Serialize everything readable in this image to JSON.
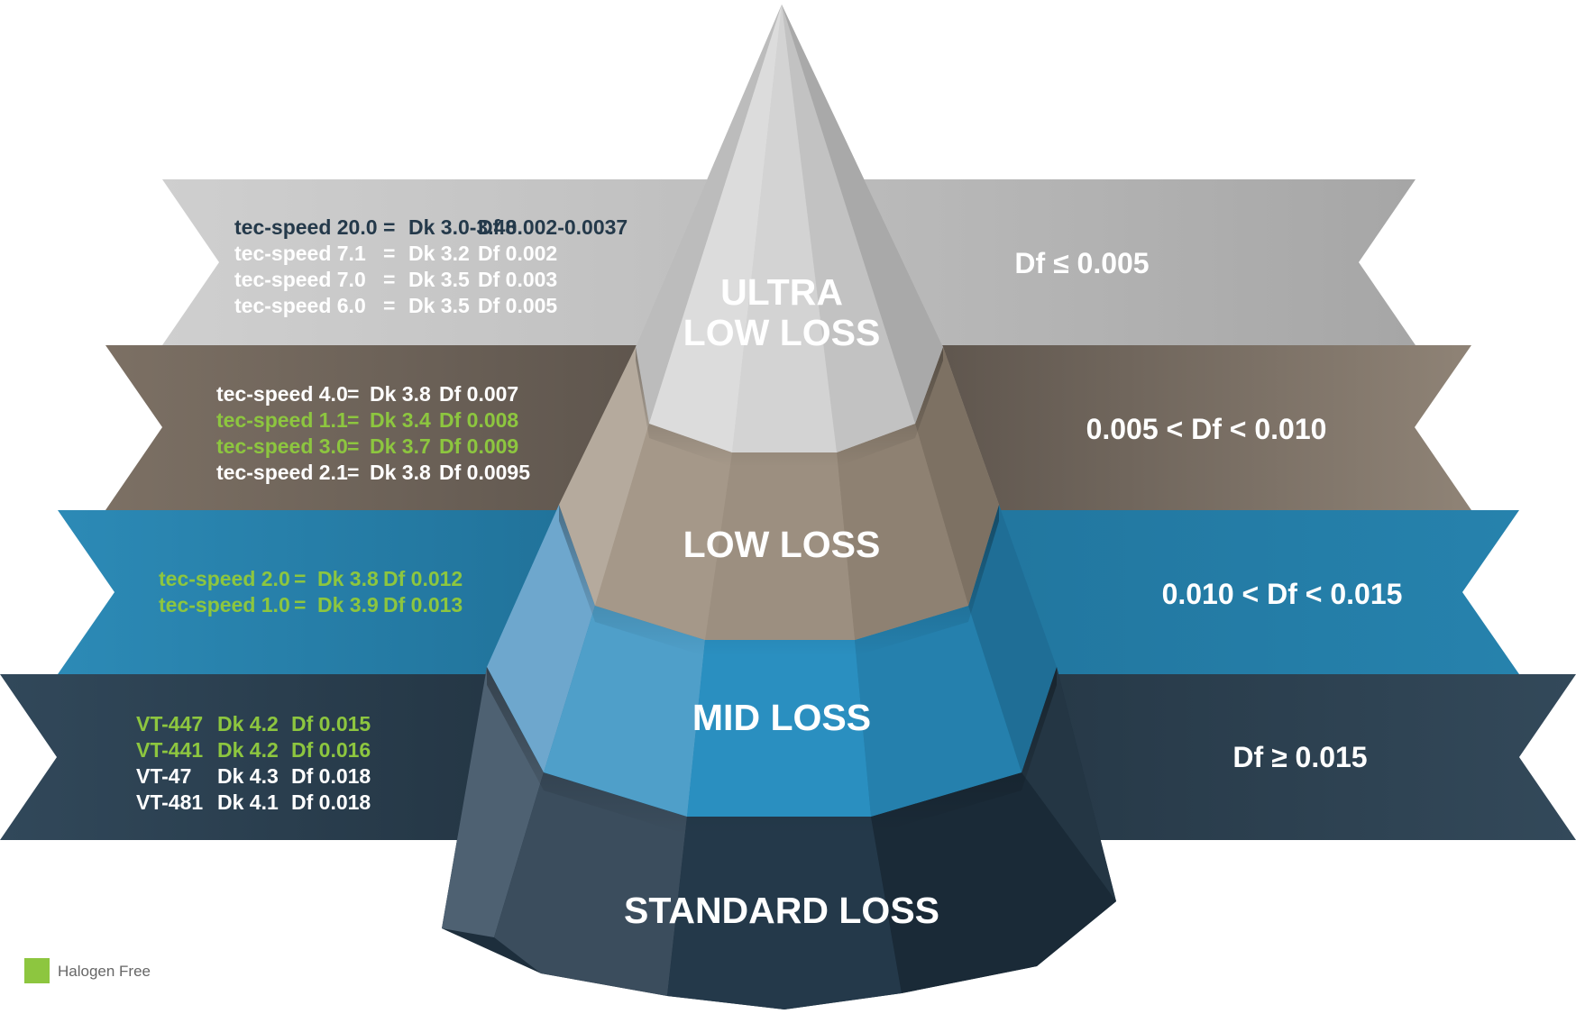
{
  "colors": {
    "ultra_band": "#b9b9b9",
    "low_band": "#8c8074",
    "mid_band": "#2a84ad",
    "standard_band": "#2c4150",
    "halogen_free": "#8dc63f",
    "dark_text": "#24394a",
    "white_text": "#ffffff"
  },
  "tiers": {
    "ultra": {
      "label_line1": "ULTRA",
      "label_line2": "LOW LOSS",
      "range": "Df ≤ 0.005",
      "products": [
        {
          "name": "tec-speed 20.0",
          "eq": "=",
          "dk": "Dk 3.0-3.48",
          "df": "Df 0.002-0.0037",
          "style": "dark"
        },
        {
          "name": "tec-speed 7.1",
          "eq": "=",
          "dk": "Dk 3.2",
          "df": "Df 0.002",
          "style": "white"
        },
        {
          "name": "tec-speed 7.0",
          "eq": "=",
          "dk": "Dk 3.5",
          "df": "Df 0.003",
          "style": "white"
        },
        {
          "name": "tec-speed 6.0",
          "eq": "=",
          "dk": "Dk 3.5",
          "df": "Df 0.005",
          "style": "white"
        }
      ]
    },
    "low": {
      "label": "LOW LOSS",
      "range": "0.005 < Df < 0.010",
      "products": [
        {
          "name": "tec-speed 4.0",
          "eq": "=",
          "dk": "Dk 3.8",
          "df": "Df 0.007",
          "style": "white"
        },
        {
          "name": "tec-speed 1.1",
          "eq": "=",
          "dk": "Dk 3.4",
          "df": "Df 0.008",
          "style": "green"
        },
        {
          "name": "tec-speed 3.0",
          "eq": "=",
          "dk": "Dk 3.7",
          "df": "Df 0.009",
          "style": "green"
        },
        {
          "name": "tec-speed 2.1",
          "eq": "=",
          "dk": "Dk 3.8",
          "df": "Df 0.0095",
          "style": "white"
        }
      ]
    },
    "mid": {
      "label": "MID LOSS",
      "range": "0.010 < Df < 0.015",
      "products": [
        {
          "name": "tec-speed 2.0",
          "eq": "=",
          "dk": "Dk 3.8",
          "df": "Df 0.012",
          "style": "green"
        },
        {
          "name": "tec-speed 1.0",
          "eq": "=",
          "dk": "Dk 3.9",
          "df": "Df 0.013",
          "style": "green"
        }
      ]
    },
    "standard": {
      "label": "STANDARD LOSS",
      "range": "Df ≥ 0.015",
      "products": [
        {
          "name": "VT-447",
          "eq": "",
          "dk": "Dk 4.2",
          "df": "Df 0.015",
          "style": "green"
        },
        {
          "name": "VT-441",
          "eq": "",
          "dk": "Dk 4.2",
          "df": "Df 0.016",
          "style": "green"
        },
        {
          "name": "VT-47",
          "eq": "",
          "dk": "Dk 4.3",
          "df": "Df 0.018",
          "style": "white"
        },
        {
          "name": "VT-481",
          "eq": "",
          "dk": "Dk 4.1",
          "df": "Df 0.018",
          "style": "white"
        }
      ]
    }
  },
  "legend": {
    "label": "Halogen Free"
  }
}
